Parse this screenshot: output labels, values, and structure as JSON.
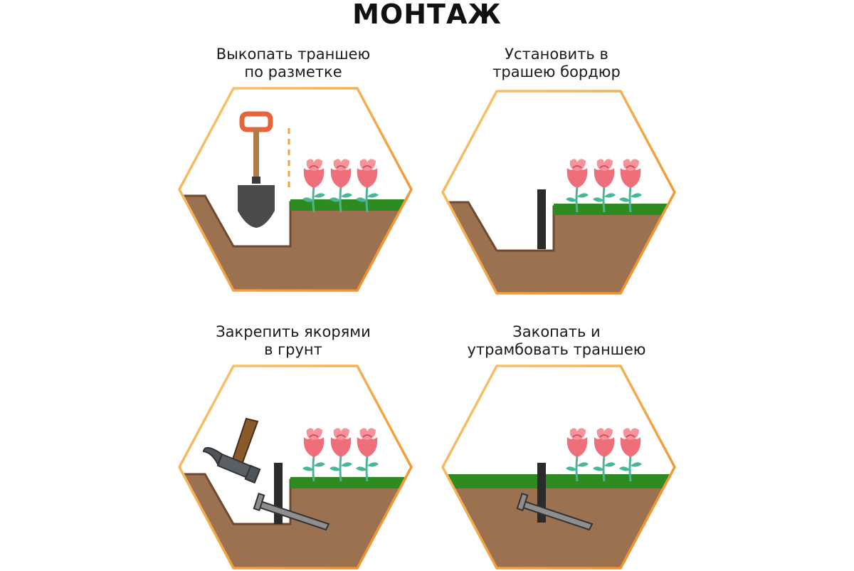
{
  "title": "МОНТАЖ",
  "steps": [
    {
      "line1": "Выкопать траншею",
      "line2": "по разметке"
    },
    {
      "line1": "Установить в",
      "line2": "трашею бордюр"
    },
    {
      "line1": "Закрепить якорями",
      "line2": "в грунт"
    },
    {
      "line1": "Закопать и",
      "line2": "утрамбовать траншею"
    }
  ],
  "colors": {
    "frame_orange": "#f08a24",
    "frame_light": "#f7c873",
    "soil": "#9c7150",
    "soil_edge": "#6e4a30",
    "grass": "#2e8b22",
    "border_tape": "#2b2b2b",
    "rose": "#ee6f7a",
    "stem": "#4ab597",
    "shovel_handle": "#e8643a",
    "shovel_blade": "#4a4a4a",
    "hammer_handle": "#8b5a2b",
    "hammer_head": "#5a5f63",
    "anchor": "#8e8e8e"
  }
}
